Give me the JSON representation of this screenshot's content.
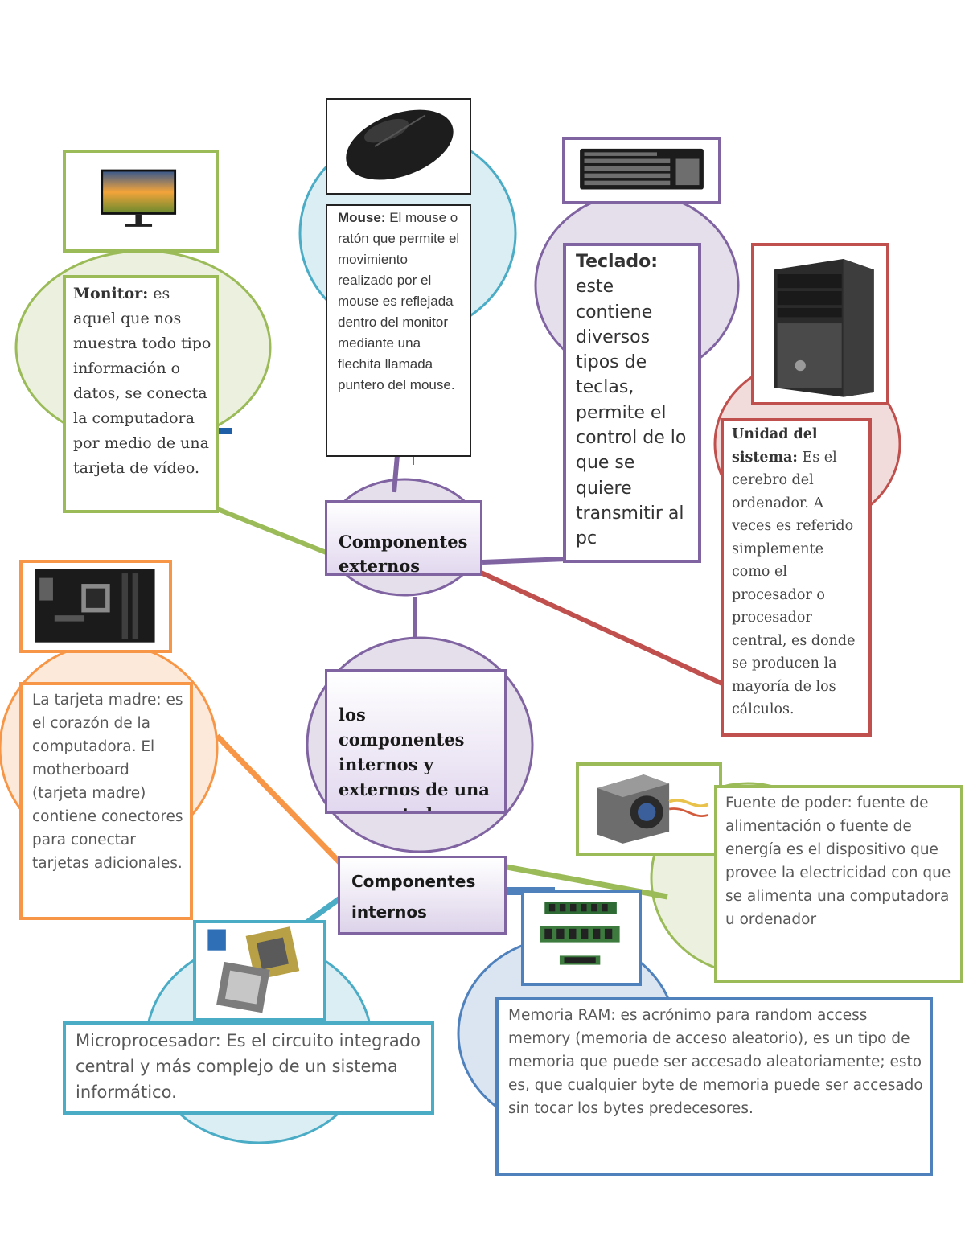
{
  "center": {
    "title": "los componentes internos y externos de una computadora"
  },
  "hubs": {
    "externos": "Componentes externos",
    "internos": "Componentes internos"
  },
  "nodes": {
    "monitor": {
      "term": "Monitor:",
      "text": " es aquel que nos muestra todo tipo información o datos, se conecta la computadora por medio de una tarjeta de vídeo.",
      "image": "monitor-image"
    },
    "mouse": {
      "term": "Mouse:",
      "text": " El mouse o ratón que permite el movimiento realizado por el mouse es reflejada dentro del monitor mediante una flechita llamada puntero del mouse.",
      "image": "mouse-image"
    },
    "teclado": {
      "term": "Teclado:",
      "text": " este contiene diversos tipos de teclas, permite el control de lo que se quiere transmitir al pc",
      "image": "keyboard-image"
    },
    "unidad": {
      "term": "Unidad del sistema:",
      "text": " Es el cerebro del ordenador. A veces es referido simplemente como el procesador o procesador central, es donde se producen la mayoría de los cálculos.",
      "image": "pc-tower-image"
    },
    "tarjeta": {
      "text": " La tarjeta madre: es el corazón de la computadora. El motherboard (tarjeta madre) contiene conectores para conectar tarjetas adicionales.",
      "image": "motherboard-image"
    },
    "fuente": {
      "text": "Fuente de poder: fuente de alimentación o fuente de energía es el dispositivo que provee la electricidad con que se alimenta una computadora u ordenador",
      "image": "power-supply-image"
    },
    "ram": {
      "text": "Memoria RAM: es acrónimo para random access memory (memoria de acceso aleatorio), es un tipo de memoria que puede ser accesado aleatoriamente; esto es, que cualquier byte de memoria puede ser accesado sin tocar los bytes predecesores.",
      "image": "ram-image"
    },
    "micro": {
      "text": "Microprocesador: Es el circuito integrado central y más complejo de un sistema informático.",
      "image": "cpu-image"
    }
  },
  "colors": {
    "green": "#9bbb59",
    "blue": "#4bacc6",
    "purple": "#8064a2",
    "red": "#c0504d",
    "orange": "#f79646",
    "navy": "#4f81bd"
  }
}
